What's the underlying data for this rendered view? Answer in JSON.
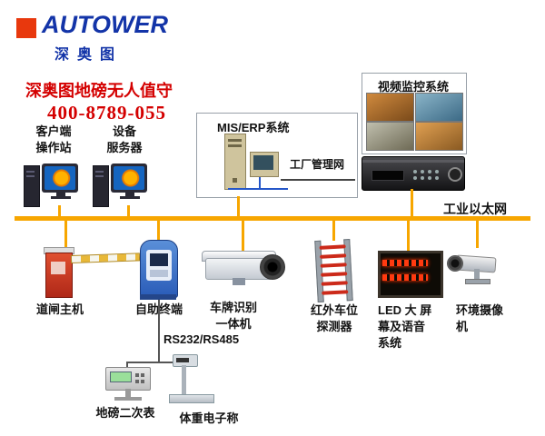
{
  "brand": {
    "name": "AUTOWER",
    "subtitle": "深奥图"
  },
  "header": {
    "title": "深奥图地磅无人值守",
    "phone": "400-8789-055"
  },
  "network": {
    "ethernet_label": "工业以太网",
    "serial_label": "RS232/RS485",
    "factory_net_label": "工厂管理网"
  },
  "boxes": {
    "mis_title": "MIS/ERP系统",
    "video_title": "视频监控系统"
  },
  "devices": {
    "client_station": "客户端\n操作站",
    "equipment_server": "设备\n服务器",
    "barrier_host": "道闸主机",
    "self_service_terminal": "自助终端",
    "lpr_camera": "车牌识别\n一体机",
    "ir_detector": "红外车位\n探测器",
    "led_screen": "LED 大 屏\n幕及语音\n系统",
    "env_camera": "环境摄像\n机",
    "weighbridge_indicator": "地磅二次表",
    "electronic_scale": "体重电子称"
  },
  "colors": {
    "bus": "#F7A600",
    "accent_red": "#D40000",
    "brand_blue": "#1334A8",
    "brand_red": "#E8380D"
  }
}
